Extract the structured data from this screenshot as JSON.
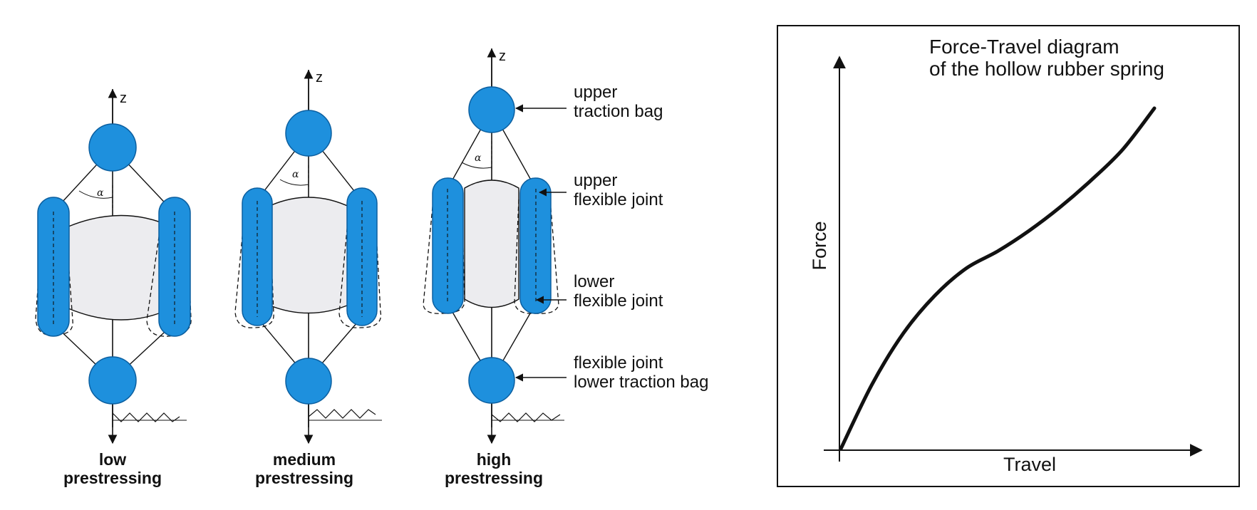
{
  "springs": [
    {
      "caption_line1": "low",
      "caption_line2": "prestressing",
      "axis_label": "z",
      "angle_label": "α"
    },
    {
      "caption_line1": "medium",
      "caption_line2": "prestressing",
      "axis_label": "z",
      "angle_label": "α"
    },
    {
      "caption_line1": "high",
      "caption_line2": "prestressing",
      "axis_label": "z",
      "angle_label": "α"
    }
  ],
  "part_labels": {
    "upper_traction_bag": [
      "upper",
      "traction bag"
    ],
    "upper_flexible_joint": [
      "upper",
      "flexible joint"
    ],
    "lower_flexible_joint": [
      "lower",
      "flexible joint"
    ],
    "lower_traction_bag": [
      "flexible joint",
      "lower traction bag"
    ]
  },
  "chart": {
    "title_line1": "Force-Travel diagram",
    "title_line2": "of the hollow rubber spring",
    "ylabel": "Force",
    "xlabel": "Travel"
  },
  "chart_data": {
    "type": "line",
    "title": "Force-Travel diagram of the hollow rubber spring",
    "xlabel": "Travel",
    "ylabel": "Force",
    "series": [
      {
        "x": [
          0,
          0.1,
          0.2,
          0.3,
          0.4,
          0.5,
          0.6,
          0.7,
          0.8,
          0.9,
          1.0
        ],
        "y": [
          0,
          0.19,
          0.34,
          0.45,
          0.53,
          0.58,
          0.64,
          0.71,
          0.79,
          0.88,
          1.0
        ]
      }
    ]
  },
  "colors": {
    "bag_blue": "#1e90dd",
    "bag_outline": "#0b5fa0",
    "cavity": "#ececef",
    "ink": "#111111"
  }
}
